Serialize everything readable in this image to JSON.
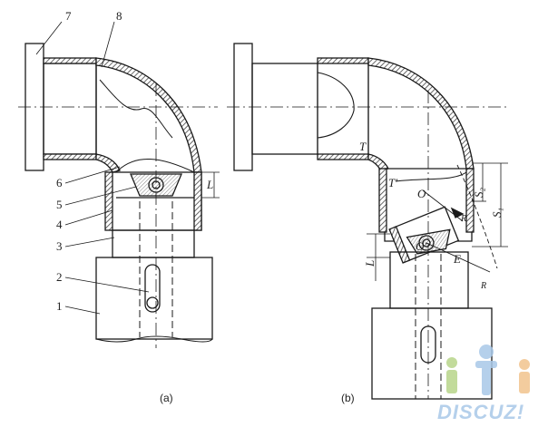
{
  "figure": {
    "parts": [
      "1",
      "2",
      "3",
      "4",
      "5",
      "6",
      "7",
      "8"
    ],
    "symbols": {
      "T": "T",
      "T_prime": "T'",
      "O": "O",
      "O_prime": "O'",
      "E": "E",
      "L_a": "L",
      "L_b": "L",
      "S1": "S₁",
      "S2": "S₂",
      "R_inner": "R",
      "R_outer": "R"
    },
    "captions": {
      "a": "(a)",
      "b": "(b)"
    },
    "watermark": "DISCUZ!",
    "colors": {
      "line": "#1a1a1a",
      "hatch": "#555555",
      "watermark": "#a9c8e8"
    }
  }
}
